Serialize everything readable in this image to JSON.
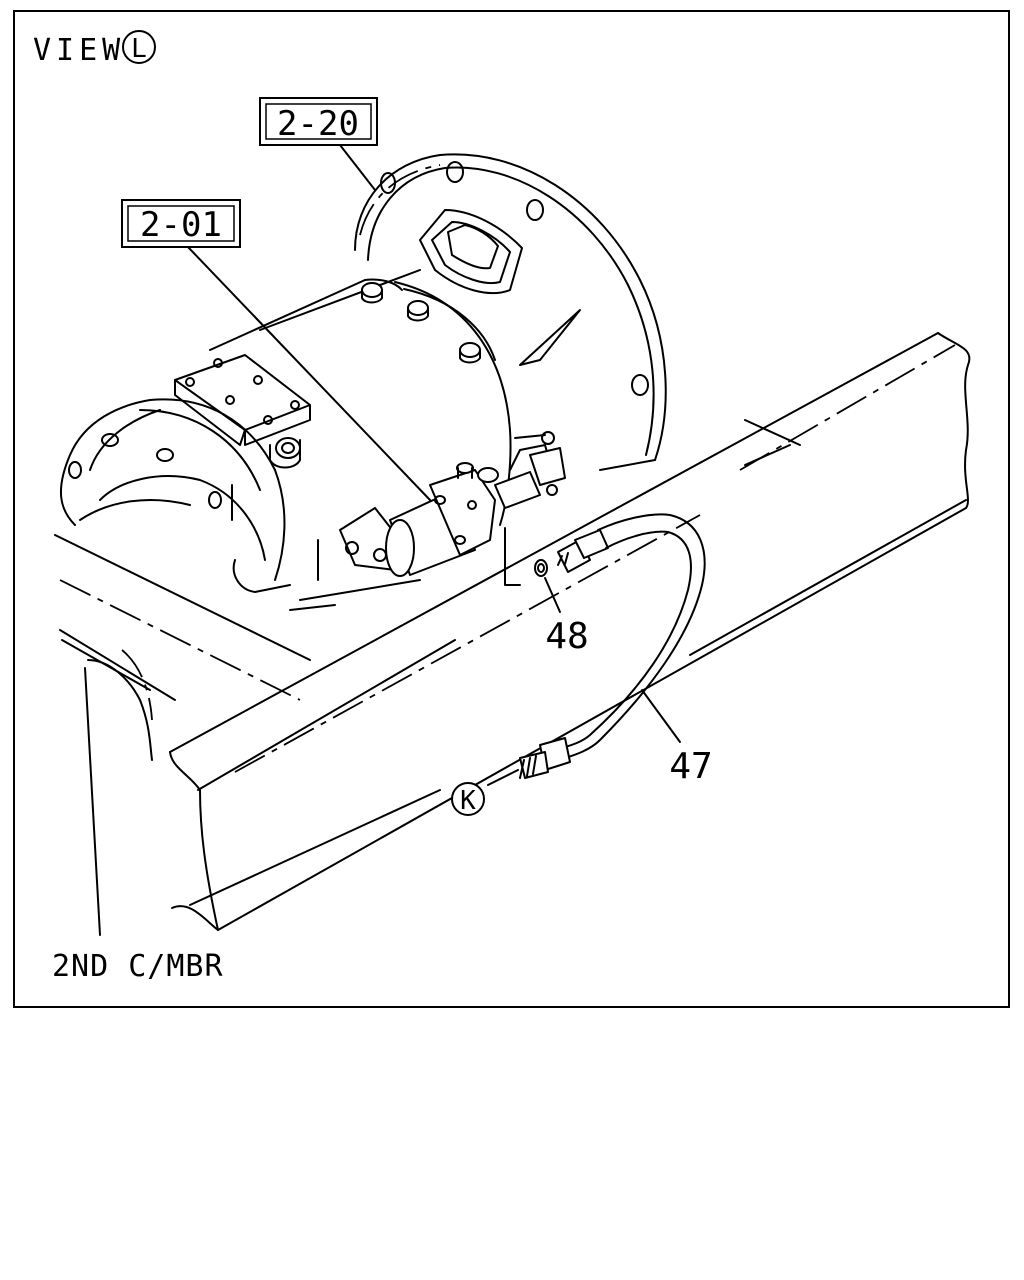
{
  "view_label": {
    "text": "VIEW",
    "circle_letter": "L"
  },
  "refs": {
    "ref_2_20": "2-20",
    "ref_2_01": "2-01"
  },
  "parts": {
    "part_48": "48",
    "part_47": "47"
  },
  "connector": {
    "letter": "K"
  },
  "crossmember_label": "2ND C/MBR"
}
